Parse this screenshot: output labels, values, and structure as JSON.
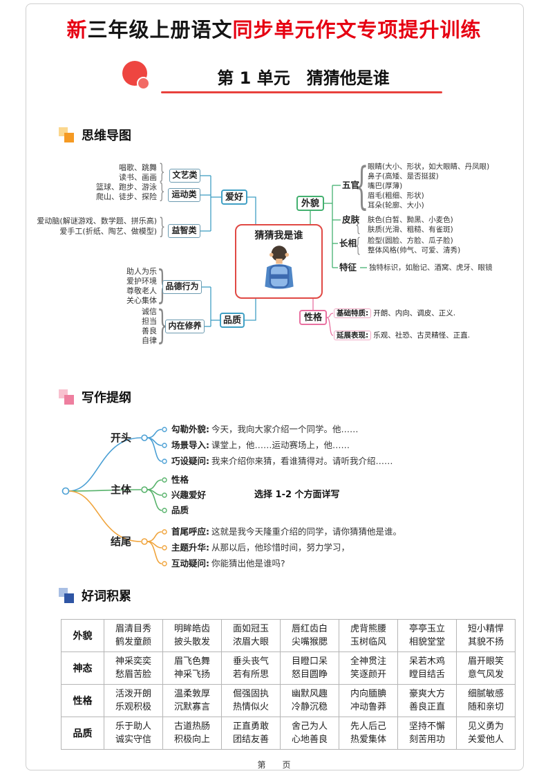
{
  "colors": {
    "title_red": "#e60012",
    "title_black": "#151515",
    "unit_red": "#e8413c",
    "mindmap_icon_orange": "#f59a23",
    "outline_icon_pink": "#ee7f9f",
    "vocab_icon_blue": "#2f55a4",
    "map_blue": "#3f9fc4",
    "map_green": "#43b06f",
    "map_pink": "#e870a0",
    "map_red": "#e04843",
    "branch_blue": "#4a9fd4",
    "branch_green": "#56b26a",
    "branch_orange": "#f0a43c"
  },
  "header": {
    "title_segments": [
      {
        "text": "新"
      },
      {
        "text": "三年级上册语文"
      },
      {
        "text": "同步单元作文专项"
      },
      {
        "text": "提升训练"
      }
    ],
    "unit_title": "第 1 单元　猜猜他是谁"
  },
  "sections": {
    "mindmap": "思维导图",
    "outline": "写作提纲",
    "vocab": "好词积累"
  },
  "mindmap": {
    "center": "猜猜我是谁",
    "left": {
      "aihao": {
        "label": "爱好",
        "categories": [
          {
            "label": "文艺类",
            "leaves": "唱歌、跳舞\n读书、画画"
          },
          {
            "label": "运动类",
            "leaves": "篮球、跑步、游泳\n爬山、徒步、探险"
          },
          {
            "label": "益智类",
            "leaves": "爱动脑(解谜游戏、数学题、拼乐高)\n爱手工(折纸、陶艺、做模型)"
          }
        ]
      },
      "pinzhi": {
        "label": "品质",
        "categories": [
          {
            "label": "品德行为",
            "leaves": "助人为乐\n爱护环境\n尊敬老人\n关心集体"
          },
          {
            "label": "内在修养",
            "leaves": "诚信\n担当\n善良\n自律"
          }
        ]
      }
    },
    "right": {
      "waimao": {
        "label": "外貌",
        "branches": [
          {
            "label": "五官",
            "leaves": "眼睛(大小、形状，如大眼睛、丹凤眼)\n鼻子(高矮、是否挺拔)\n嘴巴(厚薄)\n眉毛(粗细、形状)\n耳朵(轮廓、大小)"
          },
          {
            "label": "皮肤",
            "leaves": "肤色(白皙、黝黑、小麦色)\n肤质(光滑、粗糙、有雀斑)"
          },
          {
            "label": "长相",
            "leaves": "脸型(圆脸、方脸、瓜子脸)\n整体风格(帅气、可爱、清秀)"
          },
          {
            "label": "特征",
            "leaves": "独特标识，如胎记、酒窝、虎牙、眼镜"
          }
        ]
      },
      "xingge": {
        "label": "性格",
        "branches": [
          {
            "label": "基础特质:",
            "text": "开朗、内向、调皮、正义."
          },
          {
            "label": "延展表现:",
            "text": "乐观、社恐、古灵精怪、正直."
          }
        ]
      }
    }
  },
  "outline": {
    "branches": [
      {
        "label": "开头",
        "items": [
          {
            "label": "勾勒外貌:",
            "text": "今天，我向大家介绍一个同学。他……"
          },
          {
            "label": "场景导入:",
            "text": "课堂上，他……运动赛场上，他……"
          },
          {
            "label": "巧设疑问:",
            "text": "我来介绍你来猜，看谁猜得对。请听我介绍……"
          }
        ]
      },
      {
        "label": "主体",
        "items": [
          {
            "label": "性格",
            "text": ""
          },
          {
            "label": "兴趣爱好",
            "text": ""
          },
          {
            "label": "品质",
            "text": ""
          }
        ],
        "note": "选择 1-2 个方面详写"
      },
      {
        "label": "结尾",
        "items": [
          {
            "label": "首尾呼应:",
            "text": "这就是我今天隆重介绍的同学，请你猜猜他是谁。"
          },
          {
            "label": "主题升华:",
            "text": "从那以后，他珍惜时间，努力学习，"
          },
          {
            "label": "互动疑问:",
            "text": "你能猜出他是谁吗?"
          }
        ]
      }
    ]
  },
  "vocab": {
    "rows": [
      {
        "label": "外貌",
        "cells": [
          "眉清目秀\n鹤发童颜",
          "明眸皓齿\n披头散发",
          "面如冠玉\n浓眉大眼",
          "唇红齿白\n尖嘴猴腮",
          "虎背熊腰\n玉树临风",
          "亭亭玉立\n相貌堂堂",
          "短小精悍\n其貌不扬"
        ]
      },
      {
        "label": "神态",
        "cells": [
          "神采奕奕\n愁眉苦脸",
          "眉飞色舞\n神采飞扬",
          "垂头丧气\n若有所思",
          "目瞪口呆\n怒目圆睁",
          "全神贯注\n笑逐颜开",
          "呆若木鸡\n瞠目结舌",
          "眉开眼笑\n意气风发"
        ]
      },
      {
        "label": "性格",
        "cells": [
          "活泼开朗\n乐观积极",
          "温柔敦厚\n沉默寡言",
          "倔强固执\n热情似火",
          "幽默风趣\n冷静沉稳",
          "内向腼腆\n冲动鲁莽",
          "豪爽大方\n善良正直",
          "细腻敏感\n随和亲切"
        ]
      },
      {
        "label": "品质",
        "cells": [
          "乐于助人\n诚实守信",
          "古道热肠\n积极向上",
          "正直勇敢\n团结友善",
          "舍己为人\n心地善良",
          "先人后己\n热爱集体",
          "坚持不懈\n刻苦用功",
          "见义勇为\n关爱他人"
        ]
      }
    ]
  },
  "footer": {
    "page_label": "第　　页"
  }
}
